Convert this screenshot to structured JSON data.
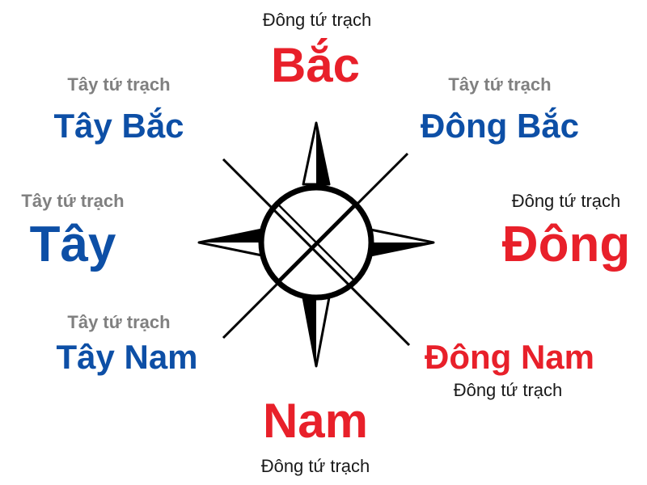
{
  "colors": {
    "dong_group": "#e8202a",
    "tay_group": "#0d4fa6",
    "tay_sub": "#808080",
    "dong_sub": "#1a1a1a"
  },
  "directions": {
    "north": {
      "name": "Bắc",
      "group": "Đông tứ trạch"
    },
    "northeast": {
      "name": "Đông Bắc",
      "group": "Tây tứ trạch"
    },
    "east": {
      "name": "Đông",
      "group": "Đông tứ trạch"
    },
    "southeast": {
      "name": "Đông Nam",
      "group": "Đông tứ trạch"
    },
    "south": {
      "name": "Nam",
      "group": "Đông tứ trạch"
    },
    "southwest": {
      "name": "Tây Nam",
      "group": "Tây tứ trạch"
    },
    "west": {
      "name": "Tây",
      "group": "Tây tứ trạch"
    },
    "northwest": {
      "name": "Tây Bắc",
      "group": "Tây tứ trạch"
    }
  }
}
